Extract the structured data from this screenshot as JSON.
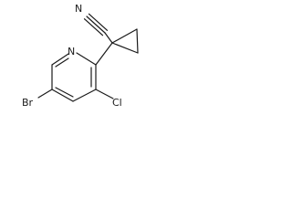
{
  "molecule": {
    "atoms": {
      "nitrogen_nitrile": "N",
      "nitrogen_ring": "N",
      "bromine": "Br",
      "chlorine": "Cl"
    }
  },
  "colors": {
    "bond": "#1a1a1a",
    "background": "#ffffff"
  }
}
